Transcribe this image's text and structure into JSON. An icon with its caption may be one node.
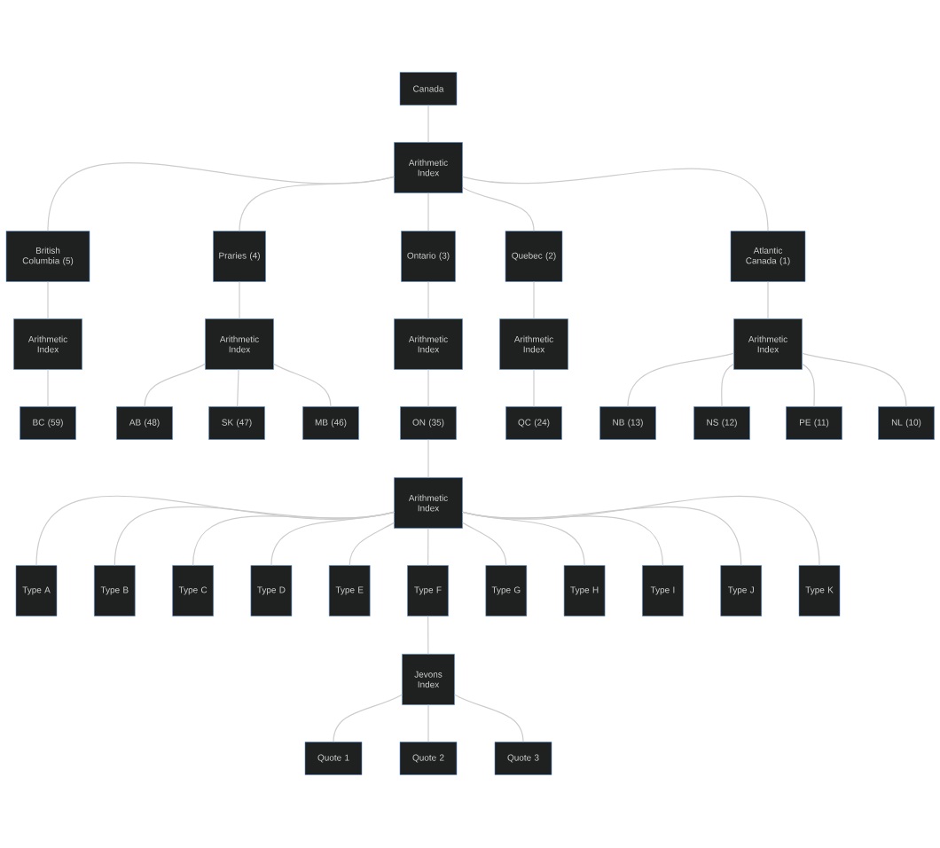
{
  "diagram": {
    "nodes": [
      {
        "text": [
          "Canada"
        ]
      },
      {
        "text": [
          "Arithmetic Index"
        ]
      },
      {
        "text": [
          "British Columbia (5)"
        ]
      },
      {
        "text": [
          "Praries (4)"
        ]
      },
      {
        "text": [
          "Ontario (3)"
        ]
      },
      {
        "text": [
          "Quebec (2)"
        ]
      },
      {
        "text": [
          "Atlantic Canada (1)"
        ]
      },
      {
        "text": [
          "Arithmetic Index"
        ]
      },
      {
        "text": [
          "Arithmetic Index"
        ]
      },
      {
        "text": [
          "Arithmetic Index"
        ]
      },
      {
        "text": [
          "Arithmetic Index"
        ]
      },
      {
        "text": [
          "Arithmetic Index"
        ]
      },
      {
        "text": [
          "BC (59)"
        ]
      },
      {
        "text": [
          "AB (48)"
        ]
      },
      {
        "text": [
          "SK (47)"
        ]
      },
      {
        "text": [
          "MB (46)"
        ]
      },
      {
        "text": [
          "ON (35)"
        ]
      },
      {
        "text": [
          "QC (24)"
        ]
      },
      {
        "text": [
          "NB (13)"
        ]
      },
      {
        "text": [
          "NS (12)"
        ]
      },
      {
        "text": [
          "PE (11)"
        ]
      },
      {
        "text": [
          "NL (10)"
        ]
      },
      {
        "text": [
          "Arithmetic Index"
        ]
      },
      {
        "text": [
          "Type A"
        ]
      },
      {
        "text": [
          "Type B"
        ]
      },
      {
        "text": [
          "Type C"
        ]
      },
      {
        "text": [
          "Type D"
        ]
      },
      {
        "text": [
          "Type E"
        ]
      },
      {
        "text": [
          "Type F"
        ]
      },
      {
        "text": [
          "Type G"
        ]
      },
      {
        "text": [
          "Type H"
        ]
      },
      {
        "text": [
          "Type I"
        ]
      },
      {
        "text": [
          "Type J"
        ]
      },
      {
        "text": [
          "Type K"
        ]
      },
      {
        "text": [
          "Jevons Index"
        ]
      },
      {
        "text": [
          "Quote 1"
        ]
      },
      {
        "text": [
          "Quote 2"
        ]
      },
      {
        "text": [
          "Quote 3"
        ]
      }
    ],
    "edges": [
      {
        "from": 0,
        "to": 1,
        "arrow": "none"
      },
      {
        "from": 1,
        "to": 2,
        "arrow": "none"
      },
      {
        "from": 1,
        "to": 3,
        "arrow": "none"
      },
      {
        "from": 1,
        "to": 4,
        "arrow": "none"
      },
      {
        "from": 1,
        "to": 5,
        "arrow": "none"
      },
      {
        "from": 1,
        "to": 6,
        "arrow": "none"
      },
      {
        "from": 2,
        "to": 7,
        "arrow": "none"
      },
      {
        "from": 3,
        "to": 8,
        "arrow": "none"
      },
      {
        "from": 4,
        "to": 9,
        "arrow": "none"
      },
      {
        "from": 5,
        "to": 10,
        "arrow": "none"
      },
      {
        "from": 6,
        "to": 11,
        "arrow": "none"
      },
      {
        "from": 7,
        "to": 12,
        "arrow": "none"
      },
      {
        "from": 8,
        "to": 13,
        "arrow": "none"
      },
      {
        "from": 8,
        "to": 14,
        "arrow": "none"
      },
      {
        "from": 8,
        "to": 15,
        "arrow": "none"
      },
      {
        "from": 9,
        "to": 16,
        "arrow": "none"
      },
      {
        "from": 10,
        "to": 17,
        "arrow": "none"
      },
      {
        "from": 11,
        "to": 18,
        "arrow": "none"
      },
      {
        "from": 11,
        "to": 19,
        "arrow": "none"
      },
      {
        "from": 11,
        "to": 20,
        "arrow": "none"
      },
      {
        "from": 11,
        "to": 21,
        "arrow": "none"
      },
      {
        "from": 16,
        "to": 22,
        "arrow": "none"
      },
      {
        "from": 22,
        "to": 23,
        "arrow": "none"
      },
      {
        "from": 22,
        "to": 24,
        "arrow": "none"
      },
      {
        "from": 22,
        "to": 25,
        "arrow": "none"
      },
      {
        "from": 22,
        "to": 26,
        "arrow": "none"
      },
      {
        "from": 22,
        "to": 27,
        "arrow": "none"
      },
      {
        "from": 22,
        "to": 28,
        "arrow": "none"
      },
      {
        "from": 22,
        "to": 29,
        "arrow": "none"
      },
      {
        "from": 22,
        "to": 30,
        "arrow": "none"
      },
      {
        "from": 22,
        "to": 31,
        "arrow": "none"
      },
      {
        "from": 22,
        "to": 32,
        "arrow": "none"
      },
      {
        "from": 22,
        "to": 33,
        "arrow": "none"
      },
      {
        "from": 28,
        "to": 34,
        "arrow": "none"
      },
      {
        "from": 34,
        "to": 35,
        "arrow": "none"
      },
      {
        "from": 34,
        "to": 36,
        "arrow": "none"
      },
      {
        "from": 34,
        "to": 37,
        "arrow": "none"
      }
    ]
  }
}
